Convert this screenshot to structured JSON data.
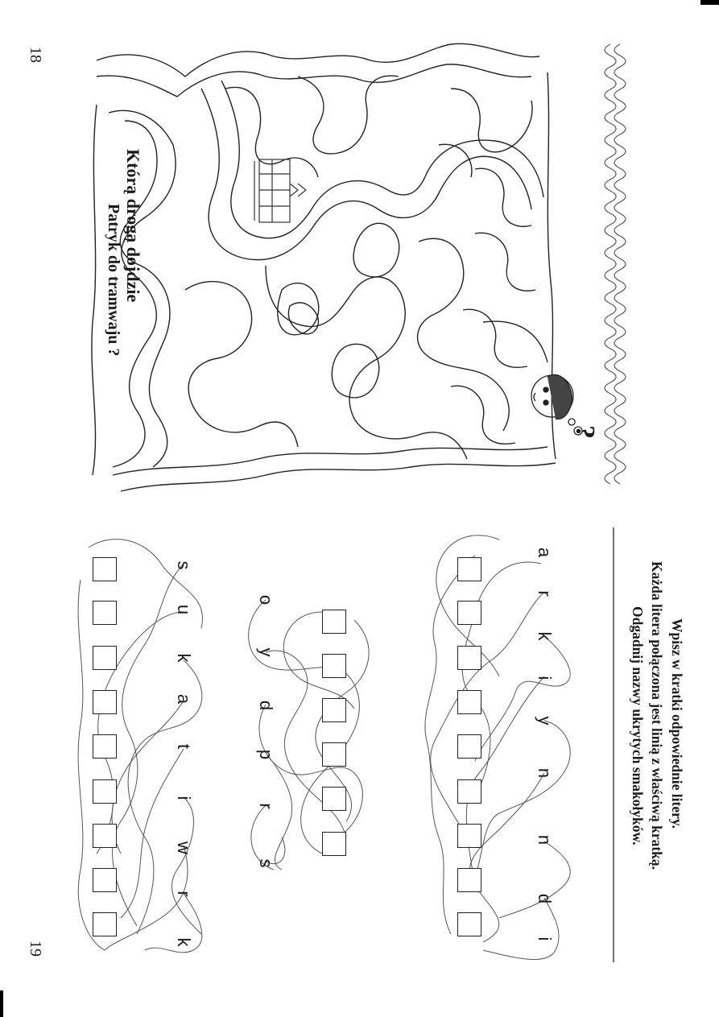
{
  "page_numbers": {
    "left": "18",
    "right": "19"
  },
  "maze": {
    "title_line1": "Którą drogą dojdzie",
    "title_line2": "Patryk do tramwaju ?",
    "question_mark": "?"
  },
  "word_puzzle": {
    "instruction_line1": "Wpisz w kratki odpowiednie litery.",
    "instruction_line2": "Każda litera połączona jest linią z właściwą kratką.",
    "instruction_line3": "Odgadnij nazwy ukrytych smakołyków.",
    "word1": {
      "letters": [
        "a",
        "r",
        "k",
        "i",
        "y",
        "n",
        "n",
        "d",
        "i"
      ],
      "box_count": 9
    },
    "word2": {
      "letters": [
        "o",
        "y",
        "d",
        "p",
        "r",
        "s"
      ],
      "box_count": 6
    },
    "word3": {
      "letters": [
        "s",
        "u",
        "k",
        "a",
        "t",
        "i",
        "w",
        "r",
        "k"
      ],
      "box_count": 9
    }
  }
}
